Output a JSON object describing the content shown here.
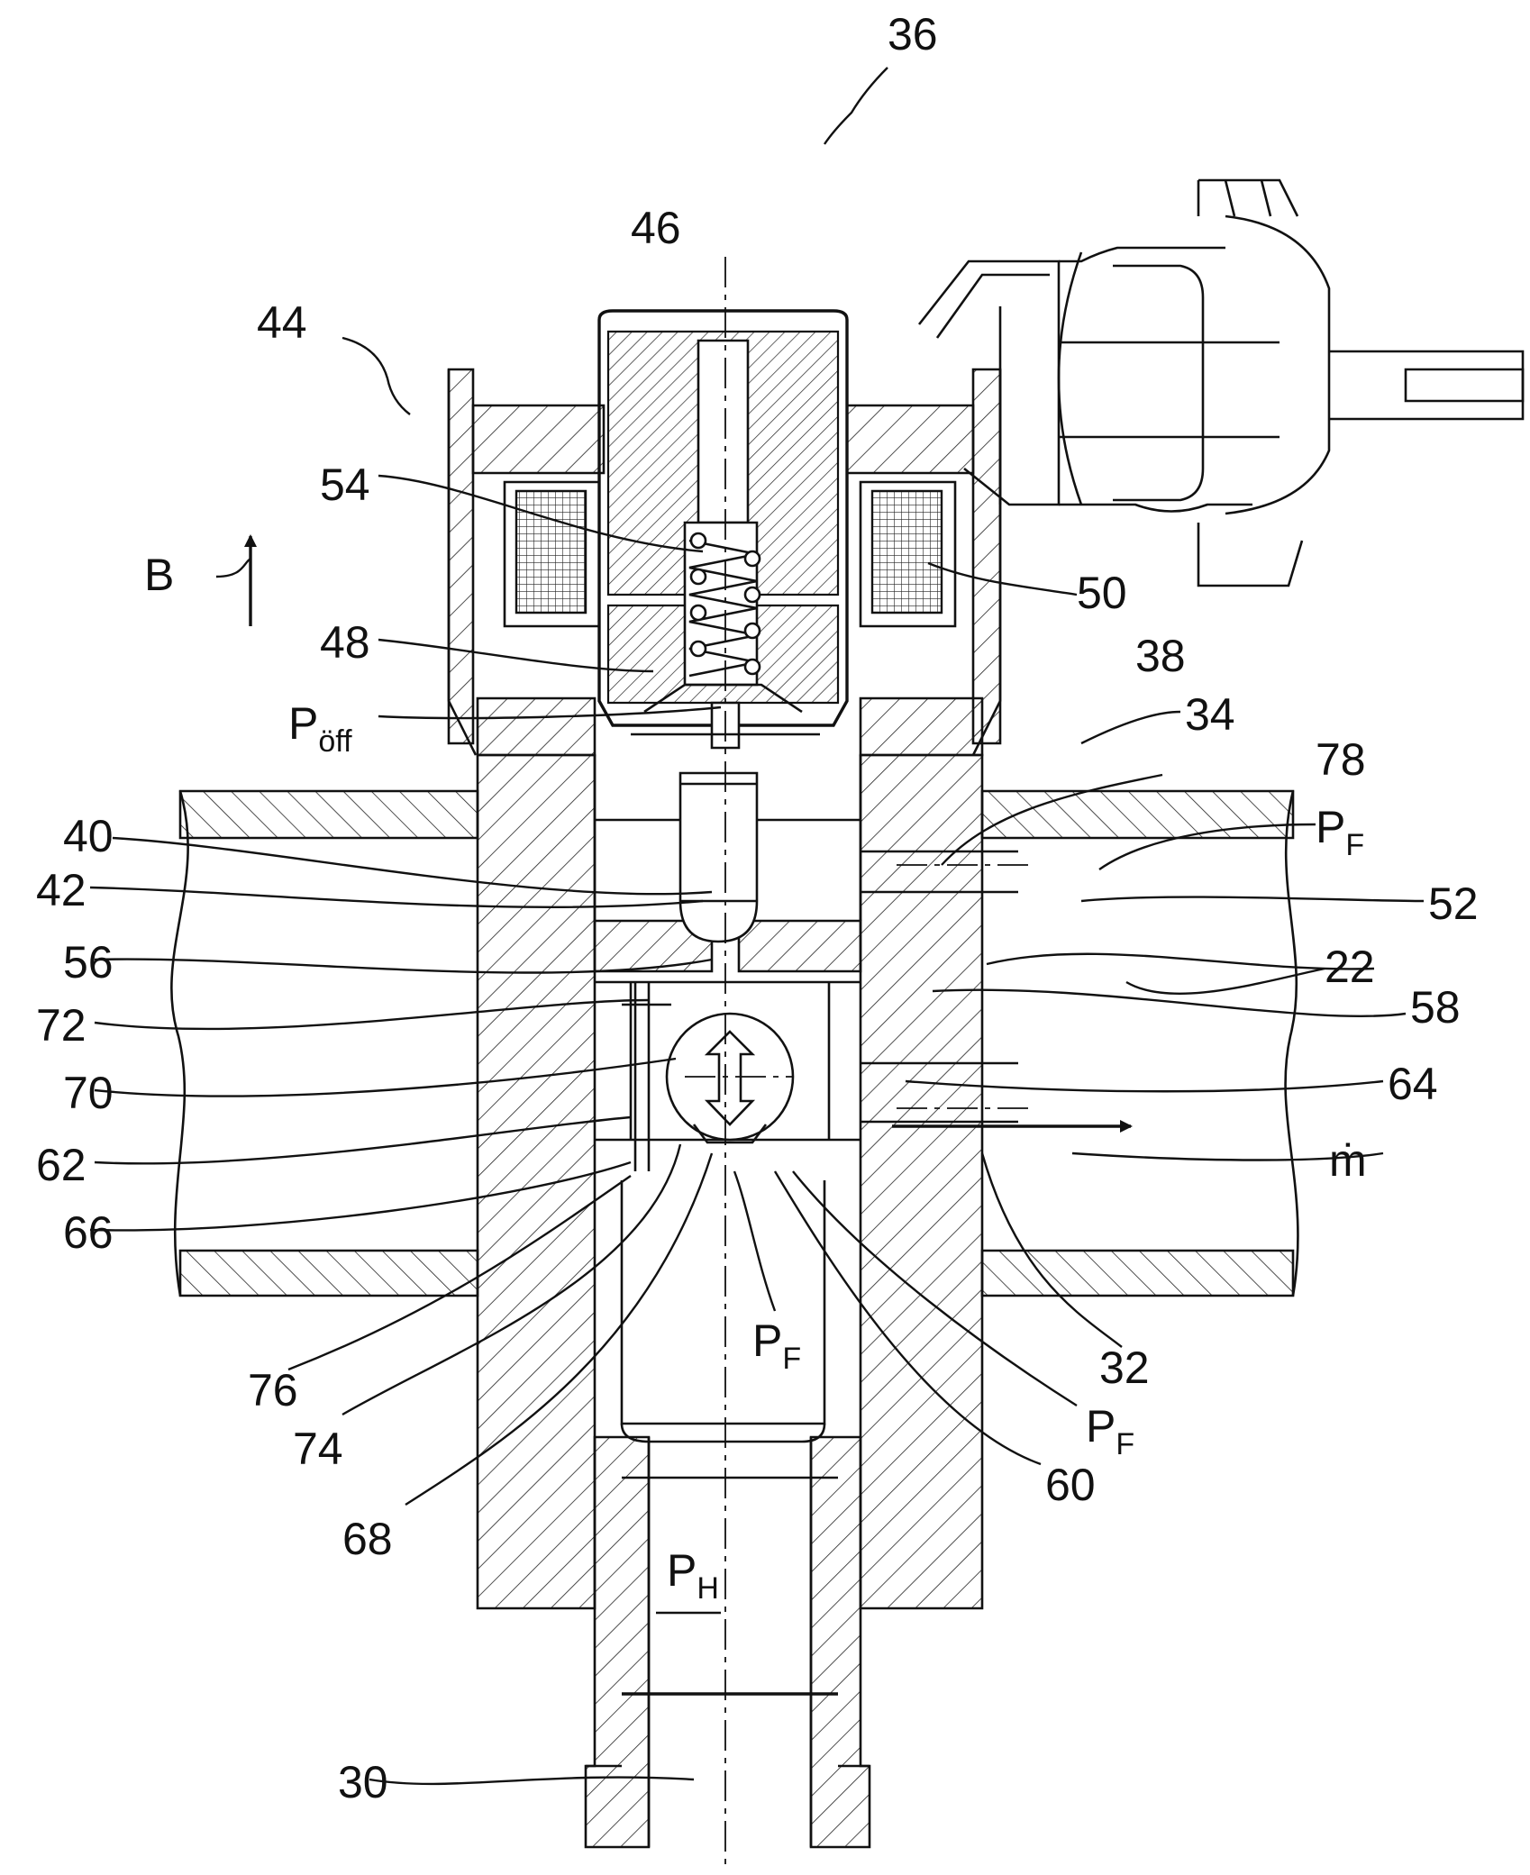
{
  "reference_numerals": {
    "assembly": "36",
    "actuator": "44",
    "armature": "46",
    "spring": "54",
    "coil": "50",
    "pole_piece": "48",
    "valve_unit": "34",
    "valve_needle": "38",
    "bore_78": "78",
    "needle_tip": "40",
    "seat_42": "42",
    "orifice_56": "56",
    "channel_72": "72",
    "channel_70": "70",
    "channel_62": "62",
    "channel_66": "66",
    "chamber_52": "52",
    "housing": "22",
    "ball_chamber": "58",
    "outlet": "64",
    "gap_76": "76",
    "ring_74": "74",
    "seat_68": "68",
    "ball_seat": "32",
    "sleeve_60": "60",
    "inlet": "30"
  },
  "symbols": {
    "direction_B": "B",
    "opening_pressure": "P",
    "opening_pressure_sub": "öff",
    "flow_pressure": "P",
    "flow_pressure_sub": "F",
    "high_pressure": "P",
    "high_pressure_sub": "H",
    "mass_flow": "ṁ"
  }
}
